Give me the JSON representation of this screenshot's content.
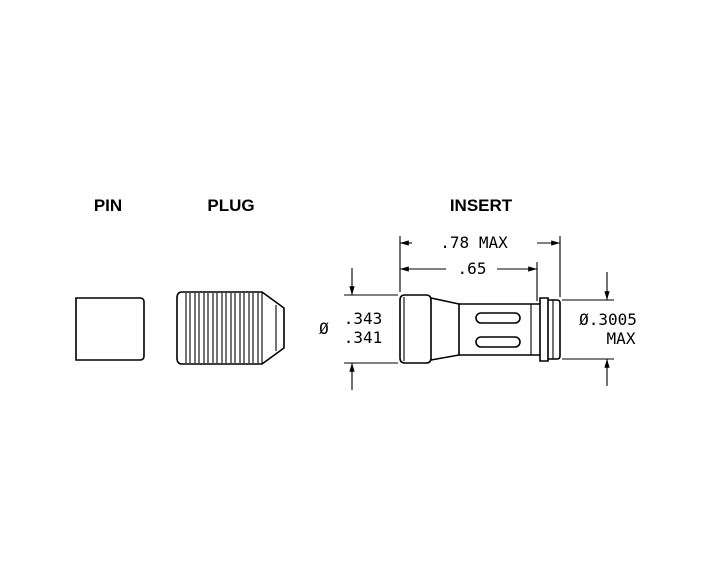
{
  "labels": {
    "pin": "PIN",
    "plug": "PLUG",
    "insert": "INSERT"
  },
  "dimensions": {
    "overall_length": ".78 MAX",
    "body_length": ".65",
    "outer_dia_symbol": "Ø",
    "outer_dia_upper": ".343",
    "outer_dia_lower": ".341",
    "end_dia": "Ø.3005",
    "end_dia_note": "MAX"
  }
}
